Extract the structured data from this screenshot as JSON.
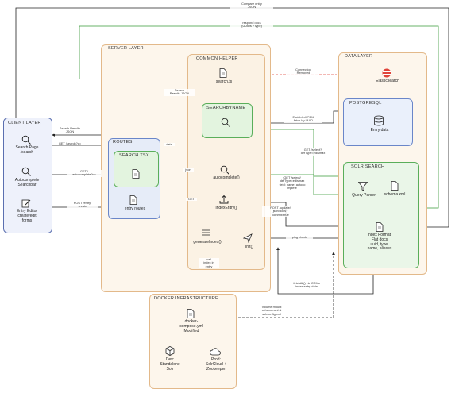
{
  "layers": {
    "server": "SERVER LAYER",
    "common": "COMMON HELPER",
    "data": "DATA LAYER",
    "client": "CLIENT LAYER",
    "routes": "ROUTES",
    "pg": "POSTGRESQL",
    "solr": "SOLR SEARCH",
    "docker": "DOCKER INFRASTRUCTURE",
    "search_tsx": "SEARCH.TSX",
    "searchbyname": "SEARCHBYNAME"
  },
  "nodes": {
    "search_ts": "search.ts",
    "elasticsearch": "Elasticsearch",
    "entry_data": "Entry data",
    "search_page": "Search Page\n/search",
    "autocomplete_page": "Autocomplete\nSearchbar",
    "entry_editor": "Entry Editor\ncreate/edit\nforms",
    "entry_routes": "entry routes",
    "autocomplete_fn": "autocomplete()",
    "index_entry": "indexEntry()",
    "generate_index": "generateIndex()",
    "init": "init()",
    "query_parser": "Query Parser",
    "schema_xml": "schema.xml",
    "index_format": "Index Format:\nFlat docs\nuuid, type,\nname, aliases",
    "docker_compose": "docker-\ncompose.yml\nModified",
    "dev_solr": "Dev:\nStandalone\nSolr",
    "prod_solr": "Prod:\nSolrCloud +\nZookeeper"
  },
  "edges": {
    "compare": "Compare entry\nJSON",
    "respond": "respond docs\n(UUIDs + type)",
    "search_results_json": "Search\nResults JSON",
    "conn_removed": "Connection\nRemoved",
    "search_results_client": "Search Results\nJSON",
    "get_search": "GET /search?q=",
    "get_autocomplete": "GET /\nautocomplete?q=",
    "post_entry": "POST /entry/\ncreate",
    "data": "data",
    "json": "json",
    "get": "GET",
    "enrich": "Enrich/full CRM\nfetch by UUID",
    "get_select_search": "GET /select?\ndefType=edismax",
    "get_select_auto": "GET /select/\ndefType=edismax\nfield: name, autoco\nmplete",
    "post_update": "POST /update/\njson/docs?\ncommit=true",
    "ping": "ping check",
    "call_index": "call\nindex in\nentry",
    "fetch_all": "fetchAll() via CRMs\nindex entry data",
    "volume_mount": "Volume mount\nschema.xml &\nsolrconfig.xml"
  },
  "colors": {
    "black": "#222222",
    "green": "#3a9a3a",
    "red": "#e0443a",
    "orange_border": "#e3b98a",
    "blue_border": "#6a86c9"
  }
}
